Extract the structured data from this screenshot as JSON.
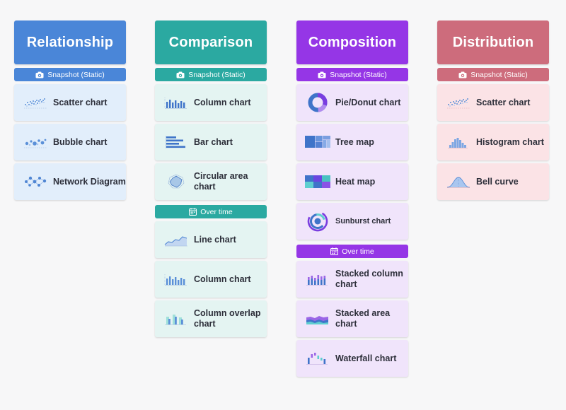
{
  "columns": [
    {
      "title": "Relationship",
      "snapshot_label": "Snapshot (Static)",
      "items": [
        {
          "label": "Scatter chart",
          "icon": "scatter-chart-icon"
        },
        {
          "label": "Bubble chart",
          "icon": "bubble-chart-icon"
        },
        {
          "label": "Network Diagram",
          "icon": "network-diagram-icon"
        }
      ]
    },
    {
      "title": "Comparison",
      "snapshot_label": "Snapshot (Static)",
      "items": [
        {
          "label": "Column chart",
          "icon": "column-chart-icon"
        },
        {
          "label": "Bar chart",
          "icon": "bar-chart-icon"
        },
        {
          "label": "Circular area chart",
          "icon": "circular-area-chart-icon"
        }
      ],
      "overtime_label": "Over time",
      "overtime_items": [
        {
          "label": "Line chart",
          "icon": "line-chart-icon"
        },
        {
          "label": "Column chart",
          "icon": "column-chart-icon"
        },
        {
          "label": "Column overlap chart",
          "icon": "column-overlap-chart-icon"
        }
      ]
    },
    {
      "title": "Composition",
      "snapshot_label": "Snapshot (Static)",
      "items": [
        {
          "label": "Pie/Donut chart",
          "icon": "donut-chart-icon"
        },
        {
          "label": "Tree map",
          "icon": "tree-map-icon"
        },
        {
          "label": "Heat map",
          "icon": "heat-map-icon"
        },
        {
          "label": "Sunburst chart",
          "icon": "sunburst-chart-icon"
        }
      ],
      "overtime_label": "Over time",
      "overtime_items": [
        {
          "label": "Stacked column chart",
          "icon": "stacked-column-chart-icon"
        },
        {
          "label": "Stacked area chart",
          "icon": "stacked-area-chart-icon"
        },
        {
          "label": "Waterfall chart",
          "icon": "waterfall-chart-icon"
        }
      ]
    },
    {
      "title": "Distribution",
      "snapshot_label": "Snapshot (Static)",
      "items": [
        {
          "label": "Scatter chart",
          "icon": "scatter-chart-icon"
        },
        {
          "label": "Histogram chart",
          "icon": "histogram-chart-icon"
        },
        {
          "label": "Bell curve",
          "icon": "bell-curve-icon"
        }
      ]
    }
  ],
  "colors": {
    "relationship": "#4a86d8",
    "comparison": "#2ba9a1",
    "composition": "#9536e6",
    "distribution": "#cd6c7c"
  }
}
